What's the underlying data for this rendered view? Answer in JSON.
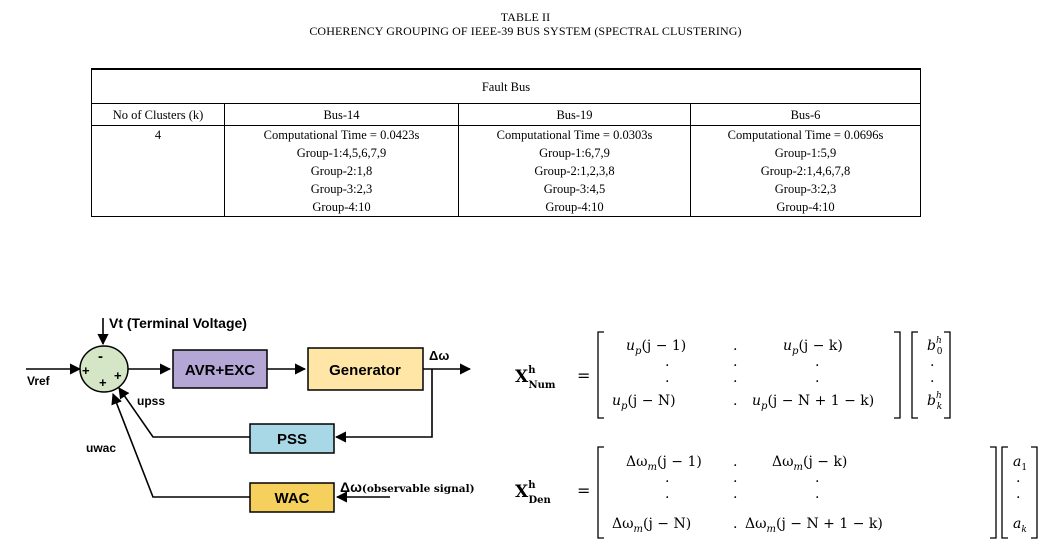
{
  "table": {
    "caption_line1": "TABLE II",
    "caption_line2": "COHERENCY GROUPING OF IEEE-39 BUS SYSTEM (SPECTRAL CLUSTERING)",
    "super_header": "Fault Bus",
    "columns": [
      "No of Clusters (k)",
      "Bus-14",
      "Bus-19",
      "Bus-6"
    ],
    "k": "4",
    "cells": [
      [
        "Computational Time = 0.0423s",
        "Computational Time = 0.0303s",
        "Computational Time = 0.0696s"
      ],
      [
        "Group-1:4,5,6,7,9",
        "Group-1:6,7,9",
        "Group-1:5,9"
      ],
      [
        "Group-2:1,8",
        "Group-2:1,2,3,8",
        "Group-2:1,4,6,7,8"
      ],
      [
        "Group-3:2,3",
        "Group-3:4,5",
        "Group-3:2,3"
      ],
      [
        "Group-4:10",
        "Group-4:10",
        "Group-4:10"
      ]
    ]
  },
  "block_diagram": {
    "vt_label": "Vt (Terminal Voltage)",
    "vref_label": "Vref",
    "upss_label": "upss",
    "uwac_label": "uwac",
    "avr_label": "AVR+EXC",
    "gen_label": "Generator",
    "pss_label": "PSS",
    "wac_label": "WAC",
    "dw_label": "Δω",
    "dw_obs_main": "Δω",
    "dw_obs_sub": "(observable signal)",
    "sign_minus": "-",
    "sign_plus": "+",
    "colors": {
      "avr": "#b4a7d6",
      "generator": "#ffe6a6",
      "pss": "#a8d7e6",
      "wac": "#f6d05c",
      "summer": "#d5e6c6"
    }
  },
  "equations": {
    "num_lhs": "X",
    "num_sup": "h",
    "num_sub": "Num",
    "den_lhs": "X",
    "den_sup": "h",
    "den_sub": "Den",
    "eq": "=",
    "dot": ".",
    "num_r1c1": "u",
    "num_r1c1_sub": "p",
    "num_r1c1_arg": "(j − 1)",
    "num_r1c3_arg": "(j − k)",
    "num_r4c1_arg": "(j − N)",
    "num_r4c3_arg": "(j − N + 1 − k)",
    "num_b0": "b",
    "num_b0_sub": "0",
    "num_bk_sub": "k",
    "num_b_sup": "h",
    "den_w": "Δω",
    "den_w_sub": "m",
    "den_a1": "a",
    "den_a1_sub": "1",
    "den_ak_sub": "k"
  }
}
